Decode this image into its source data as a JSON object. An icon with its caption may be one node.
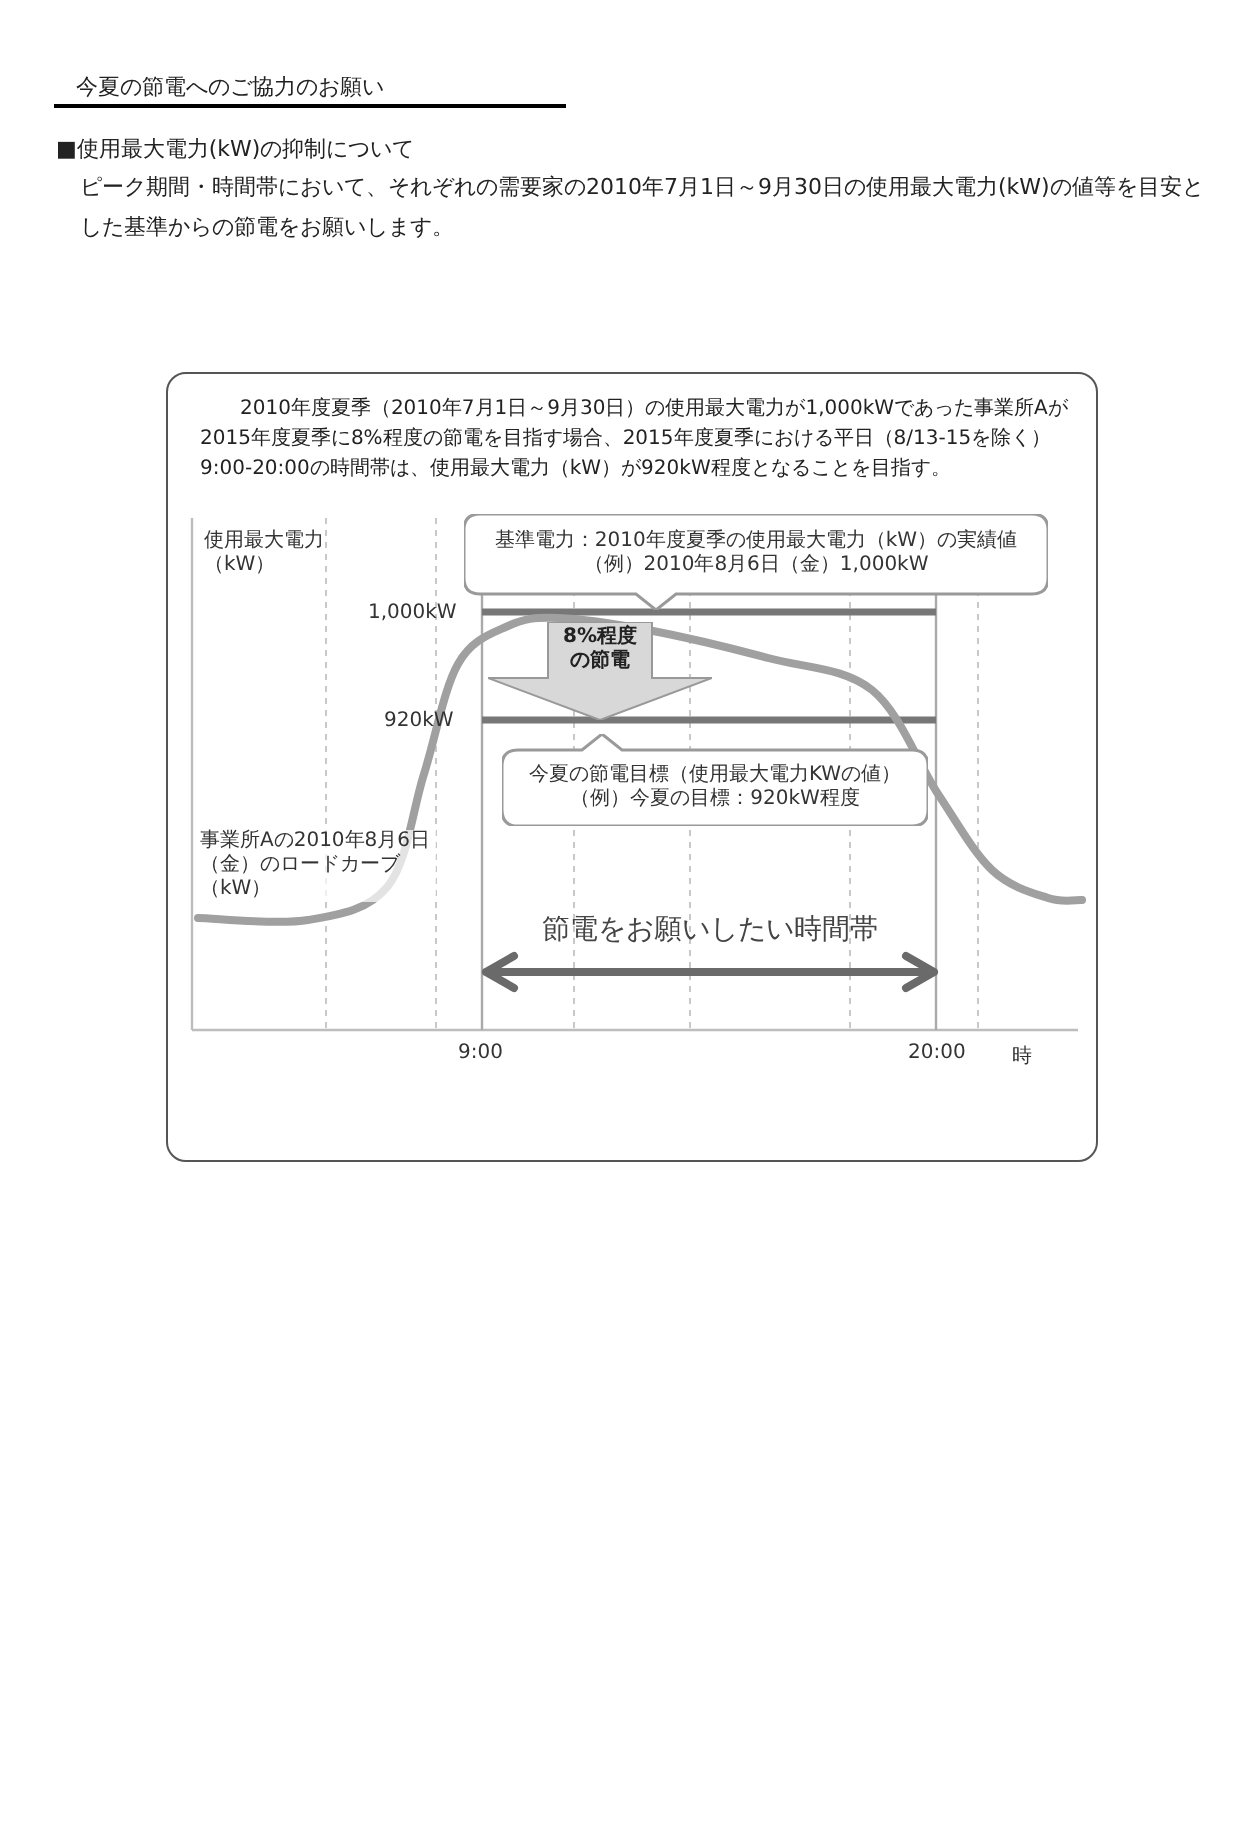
{
  "diagram": {
    "title": "今夏の節電へのご協力のお願い",
    "nodes": [
      {
        "text": [
          "2010年度夏季（2010年7月1日～9月30日）の使用最大電力が1,000kWであった事業所Aが2015年度夏季に8%程度の節電を目指す場合、2015年度夏季における平日（8/13-15を除く）9:00-20:00の時間帯は、使用最大電力（kW）が920kW程度となることを目指す。"
        ]
      },
      {
        "text": [
          "基準電力：2010年度夏季の使用最大電力（kW）の実績値",
          "（例）2010年8月6日（金）1,000kW"
        ],
        "in": 0
      },
      {
        "text": [
          "8%程度の節電"
        ],
        "in": 0
      },
      {
        "text": [
          "今夏の節電目標（使用最大電力KWの値）",
          "（例）今夏の目標：920kW程度"
        ],
        "in": 0
      }
    ],
    "edges": [],
    "labels": [
      "■使用最大電力(kW)の抑制について",
      "ピーク期間・時間帯において、それぞれの需要家の2010年7月1日～9月30日の使用最大電力(kW)の値等を目安とした基準からの節電をお願いします。",
      "使用最大電力（kW）",
      "1,000kW",
      "920kW",
      "事業所Aの2010年8月6日（金）のロードカーブ（kW）",
      "節電をお願いしたい時間帯",
      "9:00",
      "20:00",
      "時"
    ]
  }
}
